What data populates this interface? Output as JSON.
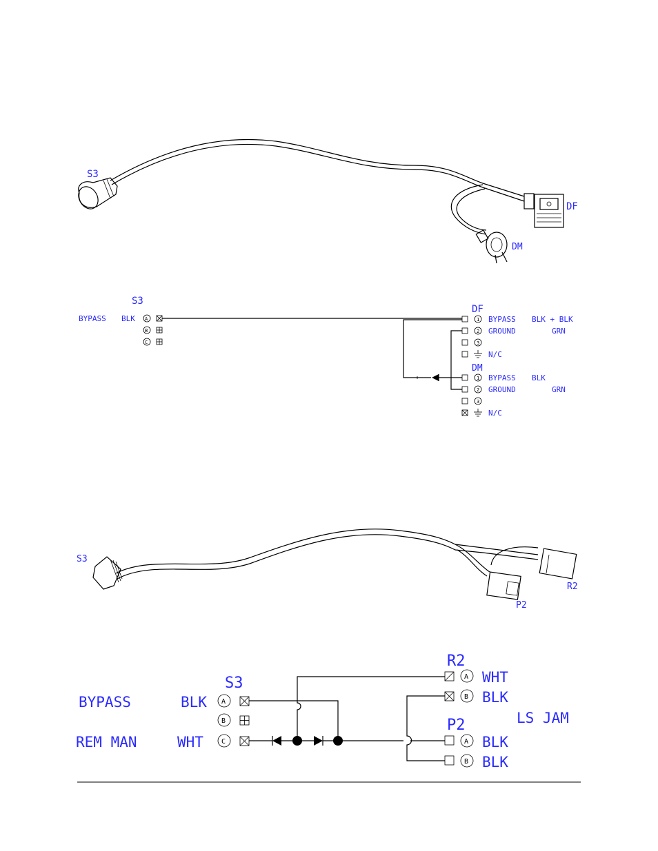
{
  "colors": {
    "label": "#2a2aff",
    "line": "#000000"
  },
  "harness1": {
    "drawing": {
      "s3": "S3",
      "df": "DF",
      "dm": "DM"
    },
    "schematic": {
      "s3_title": "S3",
      "s3_label": "BYPASS",
      "s3_color": "BLK",
      "s3_pins": [
        "A",
        "B",
        "C"
      ],
      "df_title": "DF",
      "df_rows": [
        {
          "pin": "1",
          "name": "BYPASS",
          "color": "BLK + BLK"
        },
        {
          "pin": "2",
          "name": "GROUND",
          "color": "GRN"
        },
        {
          "pin": "3",
          "name": "",
          "color": ""
        },
        {
          "pin": "ground-icon",
          "name": "N/C",
          "color": ""
        }
      ],
      "dm_title": "DM",
      "dm_rows": [
        {
          "pin": "1",
          "name": "BYPASS",
          "color": "BLK"
        },
        {
          "pin": "2",
          "name": "GROUND",
          "color": "GRN"
        },
        {
          "pin": "3",
          "name": "",
          "color": ""
        },
        {
          "pin": "ground-icon",
          "name": "N/C",
          "color": ""
        }
      ]
    }
  },
  "harness2": {
    "drawing": {
      "s3": "S3",
      "r2": "R2",
      "p2": "P2"
    },
    "schematic": {
      "s3_title": "S3",
      "s3_rows": [
        {
          "label": "BYPASS",
          "color": "BLK",
          "pin": "A"
        },
        {
          "label": "",
          "color": "",
          "pin": "B"
        },
        {
          "label": "REM MAN",
          "color": "WHT",
          "pin": "C"
        }
      ],
      "r2_title": "R2",
      "r2_rows": [
        {
          "pin": "A",
          "color": "WHT"
        },
        {
          "pin": "B",
          "color": "BLK"
        }
      ],
      "note": "LS JAM",
      "p2_title": "P2",
      "p2_rows": [
        {
          "pin": "A",
          "color": "BLK"
        },
        {
          "pin": "B",
          "color": "BLK"
        }
      ]
    }
  }
}
